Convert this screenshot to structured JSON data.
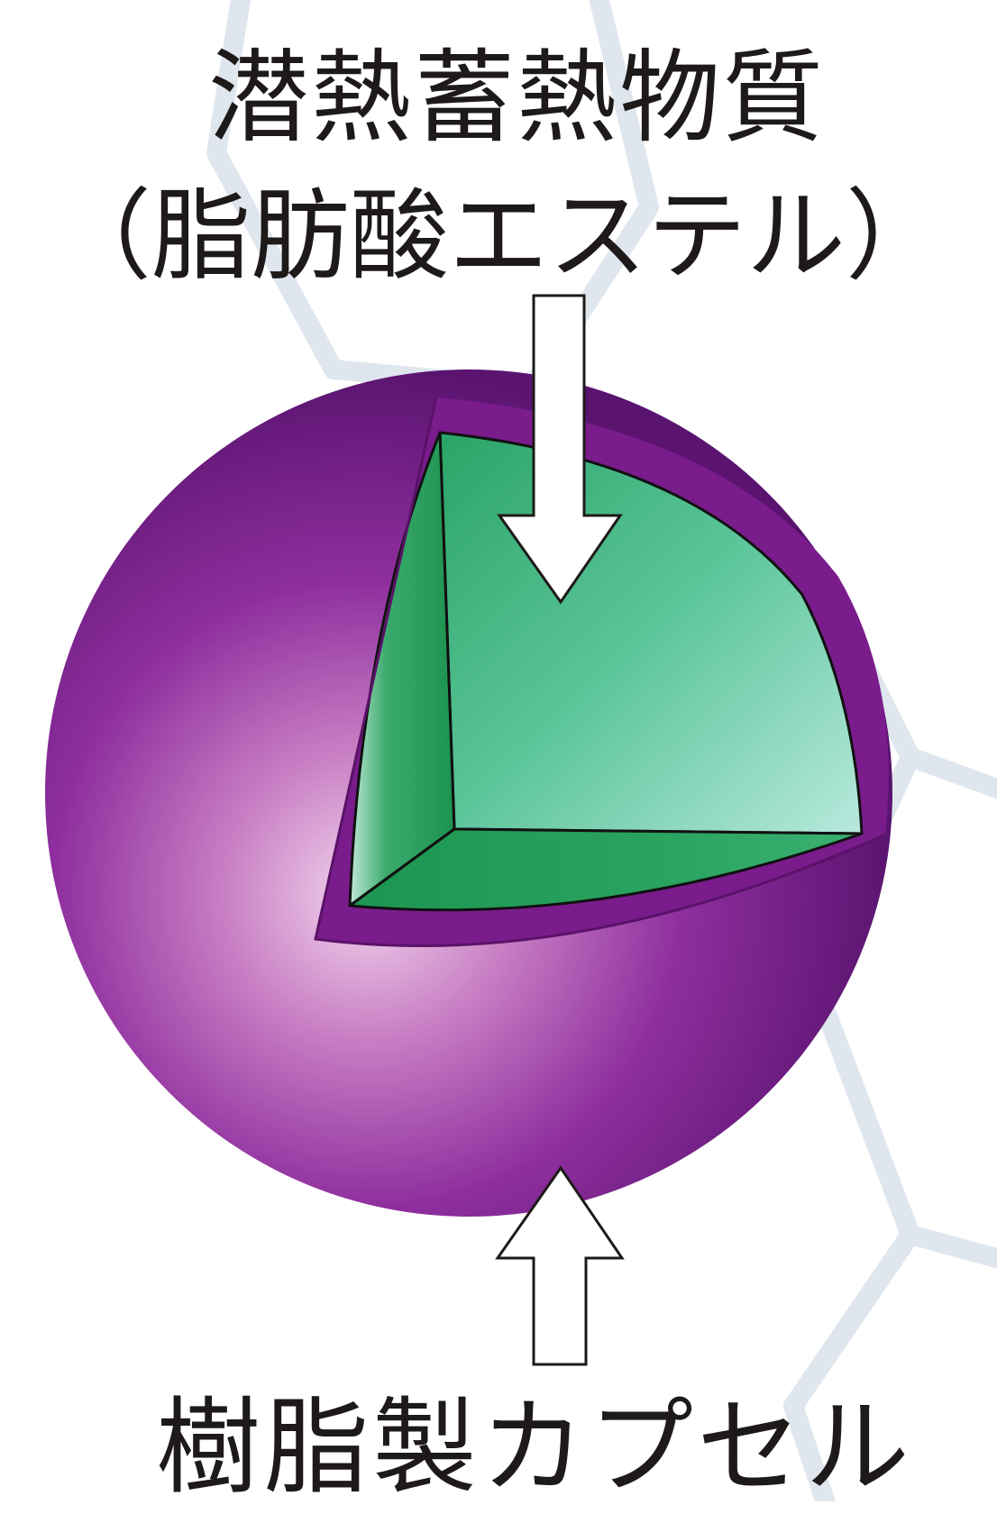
{
  "labels": {
    "core_line1": "潜熱蓄熱物質",
    "core_line2": "（脂肪酸エステル）",
    "shell": "樹脂製カプセル"
  },
  "colors": {
    "shell_dark": "#6e1880",
    "shell_mid": "#8a2a9a",
    "shell_highlight": "#e8c4e6",
    "core_dark": "#1f9a55",
    "core_light": "#b6e8dc",
    "background_pattern": "#dfe6ee",
    "arrow_fill": "#ffffff",
    "arrow_stroke": "#1e1a1a"
  },
  "icons": {
    "arrow_to_core": "down-arrow-icon",
    "arrow_to_shell": "up-arrow-icon"
  }
}
